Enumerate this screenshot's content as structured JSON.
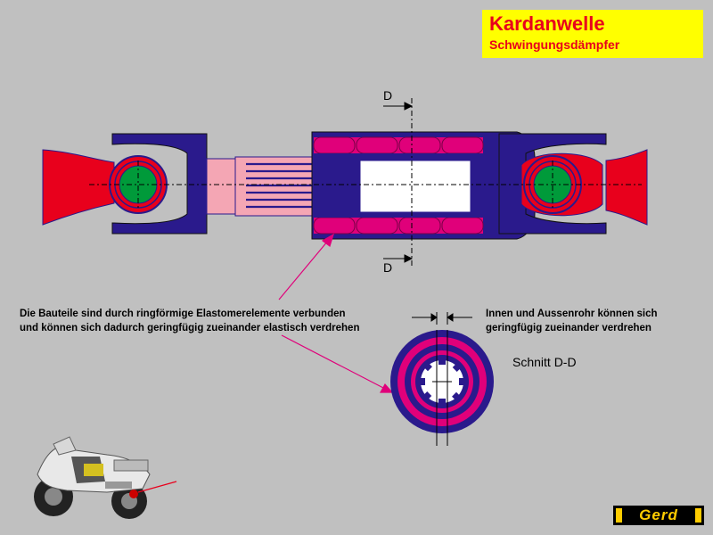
{
  "header": {
    "title": "Kardanwelle",
    "subtitle": "Schwingungsdämpfer"
  },
  "section_marks": {
    "top": "D",
    "bottom": "D"
  },
  "annotations": {
    "elastomer_line1": "Die Bauteile sind durch ringförmige Elastomerelemente verbunden",
    "elastomer_line2": "und können sich dadurch geringfügig zueinander elastisch verdrehen",
    "tubes_line1": "Innen und Aussenrohr können sich",
    "tubes_line2": "geringfügig zueinander verdrehen",
    "section_label": "Schnitt D-D"
  },
  "logo": {
    "text": "Gerd"
  },
  "colors": {
    "background": "#c0c0c0",
    "title_bg": "#ffff00",
    "title_text": "#e8001c",
    "yoke_red": "#e8001c",
    "housing_blue": "#2a1a8c",
    "elastomer_magenta": "#e0007a",
    "spline_pink": "#f4a6b4",
    "bearing_green": "#009a3a",
    "arrow_magenta": "#e0007a",
    "logo_yellow": "#ffcc00"
  }
}
